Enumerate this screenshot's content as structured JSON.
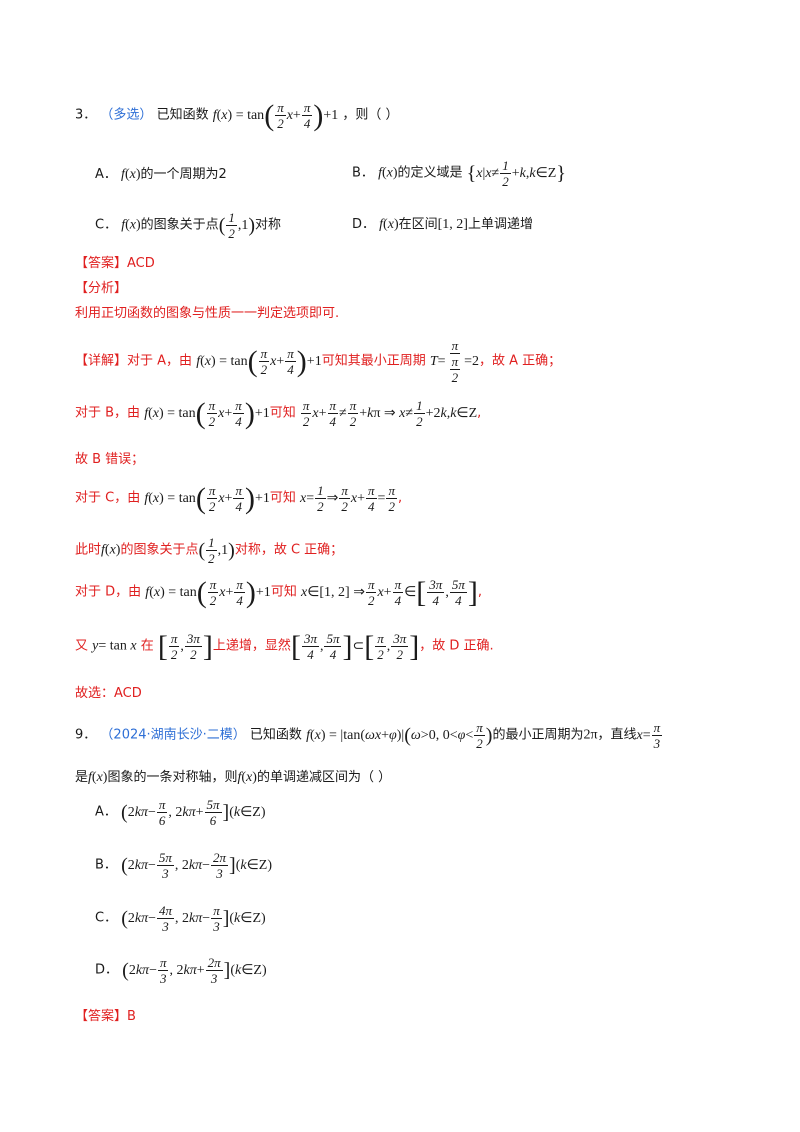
{
  "q3": {
    "number": "3．",
    "tag": "（多选）",
    "stem_before": "已知函数",
    "stem_after": "，则（    ）",
    "opt_a_label": "A．",
    "opt_a_text": "的一个周期为2",
    "opt_b_label": "B．",
    "opt_b_text": "的定义域是",
    "opt_c_label": "C．",
    "opt_c_text1": "的图象关于点",
    "opt_c_text2": "对称",
    "opt_d_label": "D．",
    "opt_d_text1": "在区间",
    "opt_d_text2": "上单调递增",
    "answer_label": "【答案】",
    "answer": "ACD",
    "analysis_label": "【分析】",
    "analysis": "利用正切函数的图象与性质一一判定选项即可.",
    "detail_label": "【详解】",
    "detail_a1": "对于 A，由",
    "detail_a2": "可知其最小正周期",
    "detail_a3": "，故 A 正确；",
    "detail_b1": "对于 B，由",
    "detail_b2": "可知",
    "detail_b3": "故 B 错误；",
    "detail_c1": "对于 C，由",
    "detail_c2": "可知",
    "detail_c3": "此时",
    "detail_c4": "的图象关于点",
    "detail_c5": "对称，故 C 正确；",
    "detail_d1": "对于 D，由",
    "detail_d2": "可知",
    "detail_d3": "又",
    "detail_d4": "在",
    "detail_d5": "上递增，显然",
    "detail_d6": "，故 D 正确.",
    "choice": "故选：ACD"
  },
  "q9": {
    "number": "9．",
    "tag": "（2024·湖南长沙·二模）",
    "stem1": "已知函数",
    "stem2": "的最小正周期为",
    "stem3": "，直线",
    "stem4": "是",
    "stem5": "图象的一条对称轴，则",
    "stem6": "的单调递减区间为（    ）",
    "opt_a_label": "A．",
    "opt_b_label": "B．",
    "opt_c_label": "C．",
    "opt_d_label": "D．",
    "answer_label": "【答案】",
    "answer": "B"
  }
}
